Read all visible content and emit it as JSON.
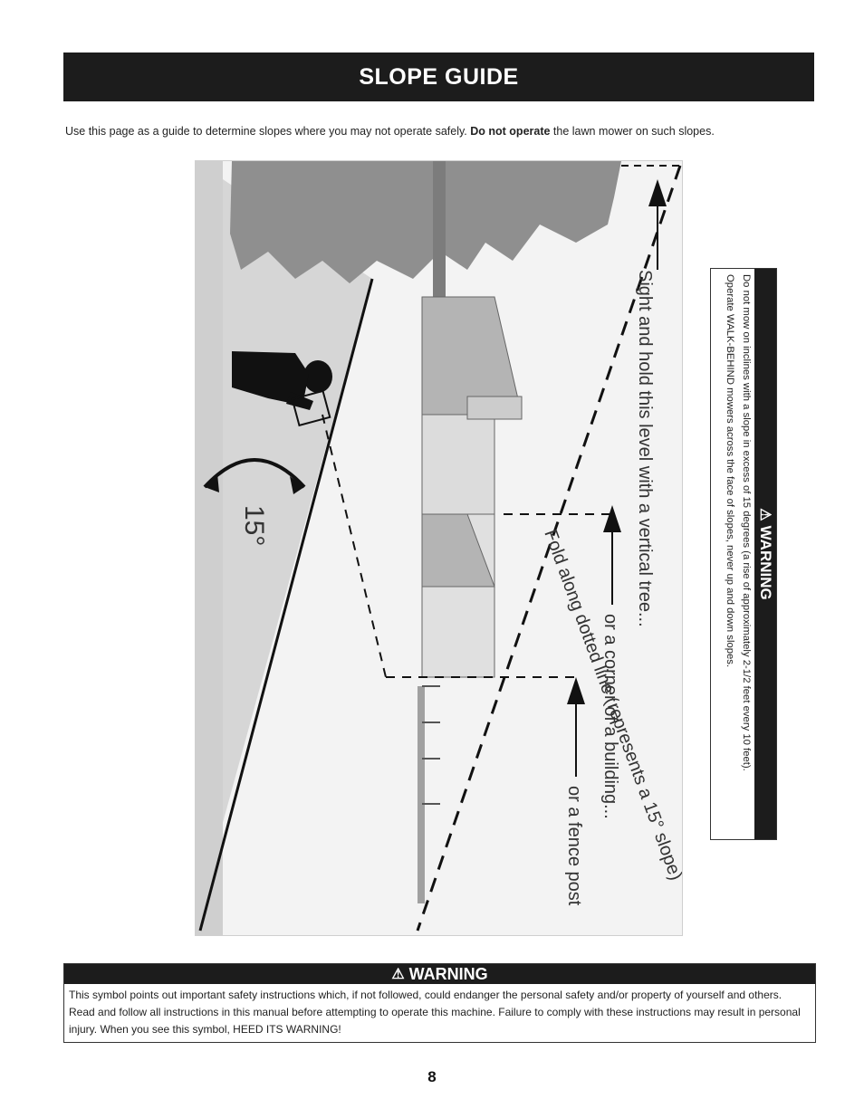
{
  "header": {
    "title": "SLOPE GUIDE"
  },
  "intro": {
    "before": "Use this page as a guide to determine slopes where you may not operate safely. ",
    "bold": "Do not operate",
    "after": " the lawn mower on such slopes."
  },
  "figure": {
    "angle_label": "15°",
    "tree_instruction": "Sight and hold this level with a vertical tree...",
    "building_instruction": "or a corner of a building...",
    "fence_instruction": "or a fence post",
    "fold_instruction": "Fold along dotted line (represents a 15° slope)"
  },
  "side_warning": {
    "title": "WARNING",
    "icon": "alert-triangle-icon",
    "line1": "Do not mow on inclines with a slope in excess of 15 degrees (a rise of approximately 2-1/2 feet every 10 feet).",
    "line2": "Operate WALK-BEHIND mowers across the face of slopes, never up and down slopes."
  },
  "warning": {
    "title": "WARNING",
    "icon": "alert-triangle-icon",
    "text": "This symbol points out important safety instructions which, if not followed, could endanger the personal safety and/or property of yourself and others. Read and follow all instructions in this manual before attempting to operate this machine. Failure to comply with these instructions may result in personal injury. When you see this symbol, HEED ITS WARNING!"
  },
  "footer": {
    "page_number": "8"
  },
  "colors": {
    "banner": "#1c1c1c",
    "tree": "#8a8a8a",
    "building": "#c8c8c8"
  }
}
